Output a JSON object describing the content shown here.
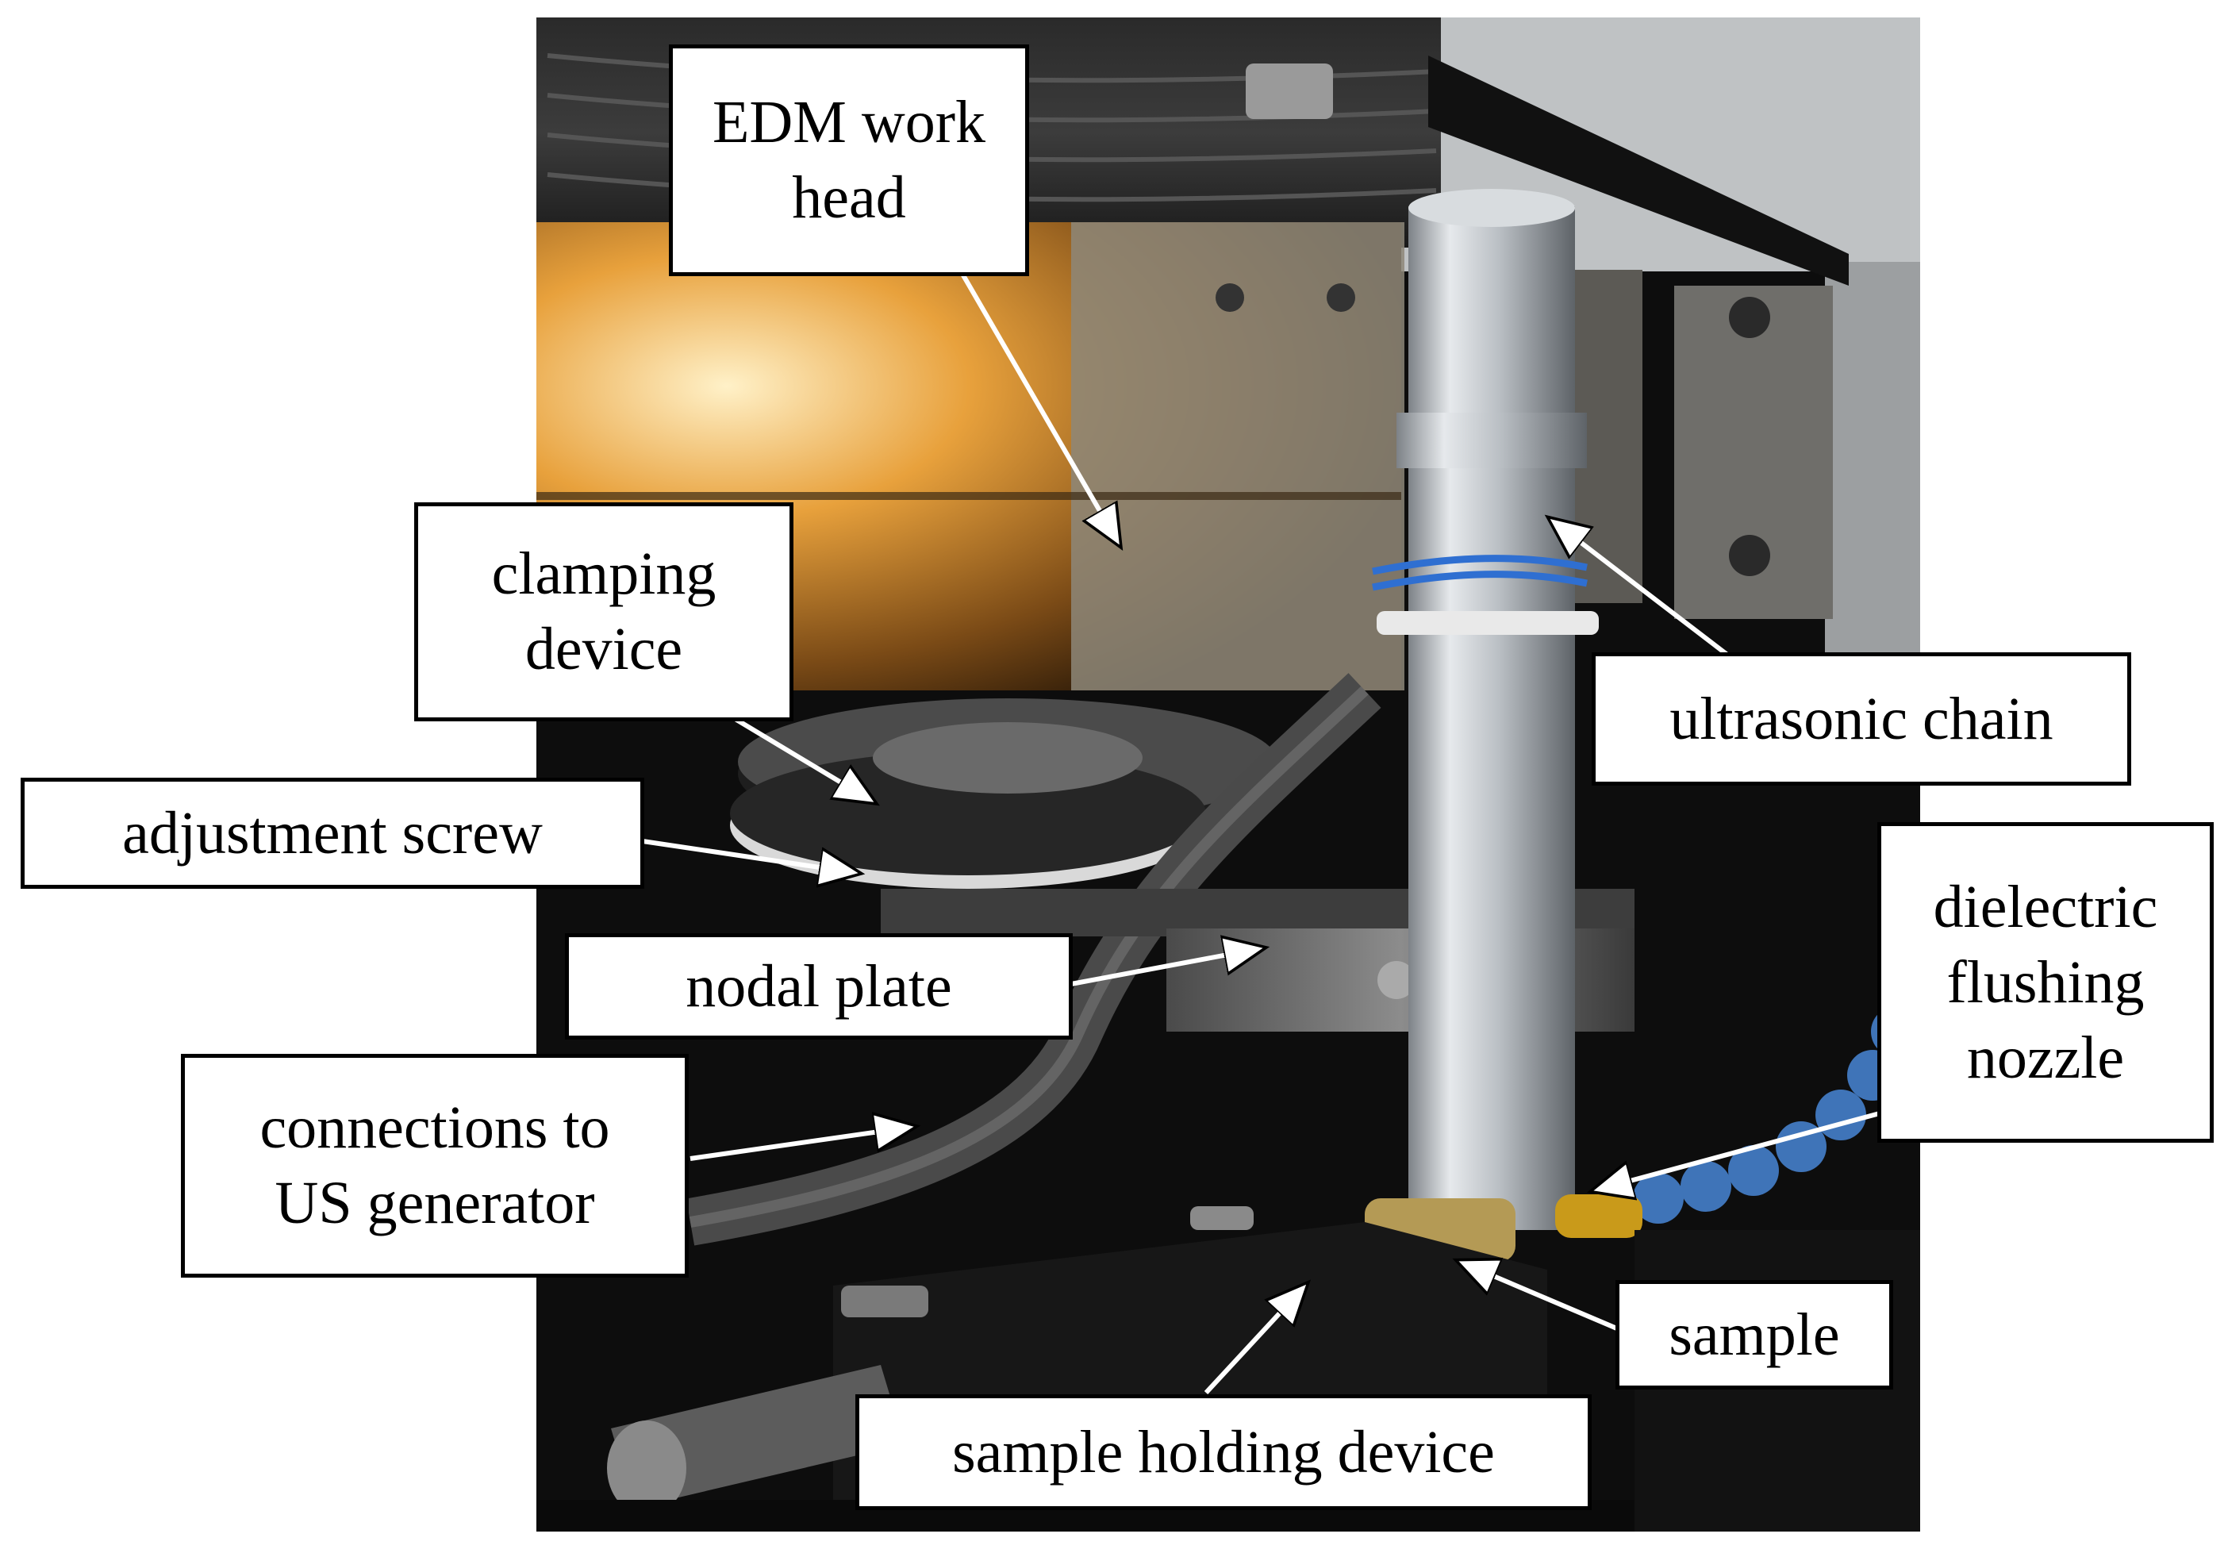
{
  "figure": {
    "labels": {
      "edm_work_head": [
        "EDM work",
        "head"
      ],
      "clamping_device": [
        "clamping",
        "device"
      ],
      "adjustment_screw": [
        "adjustment screw"
      ],
      "nodal_plate": [
        "nodal plate"
      ],
      "connections_to_us_generator": [
        "connections to",
        "US generator"
      ],
      "ultrasonic_chain": [
        "ultrasonic chain"
      ],
      "dielectric_flushing_nozzle": [
        "dielectric",
        "flushing",
        "nozzle"
      ],
      "sample": [
        "sample"
      ],
      "sample_holding_device": [
        "sample holding device"
      ]
    },
    "colors": {
      "label_background": "#ffffff",
      "label_border": "#000000",
      "arrow": "#ffffff",
      "photo_background": "#0d0d0d",
      "work_head_glow": "#e8a13c",
      "cylinder": "#c9cdd1",
      "blue_wire": "#2f6fd1",
      "nozzle_blue": "#3f74b8",
      "amber_tip": "#c99a1a"
    }
  }
}
